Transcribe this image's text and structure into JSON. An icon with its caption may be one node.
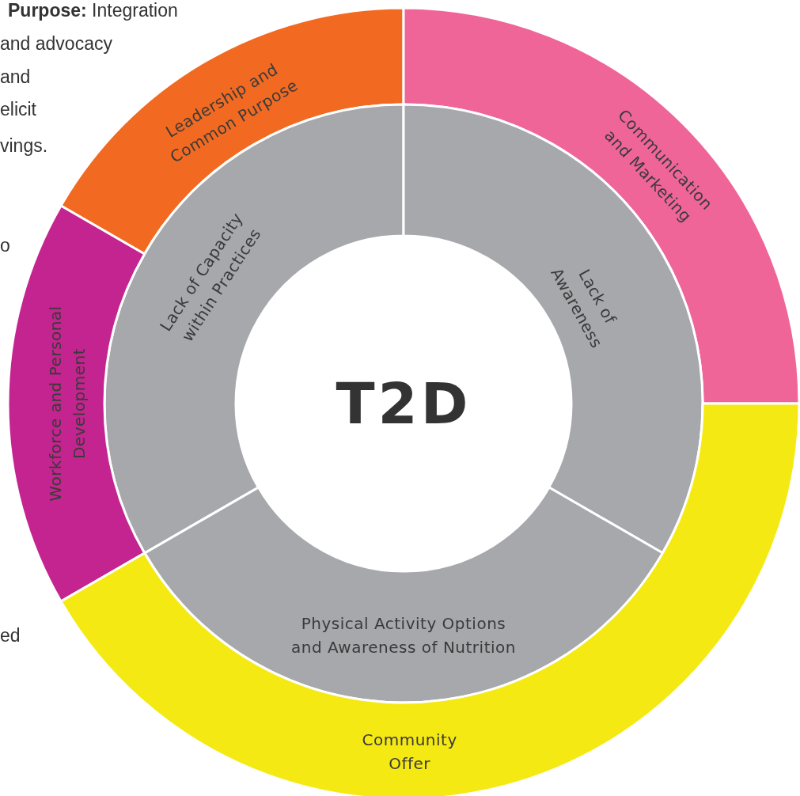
{
  "diagram": {
    "nodes": [
      {
        "text": [
          "Leadership and Common Purpose"
        ]
      },
      {
        "text": [
          "Communication and Marketing"
        ]
      },
      {
        "text": [
          "Lack of Capacity within Practices"
        ]
      },
      {
        "text": [
          "Lack of Awareness"
        ]
      },
      {
        "text": [
          "Workforce and Personal Development"
        ]
      },
      {
        "text": [
          "T2D"
        ]
      },
      {
        "text": [
          "Physical Activity Options and Awareness of Nutrition"
        ]
      },
      {
        "text": [
          "Community Offer"
        ]
      }
    ],
    "labels": [
      "**Purpose:** Integration",
      "and advocacy",
      "and",
      "elicit",
      "vings.",
      "o",
      "ed"
    ]
  }
}
